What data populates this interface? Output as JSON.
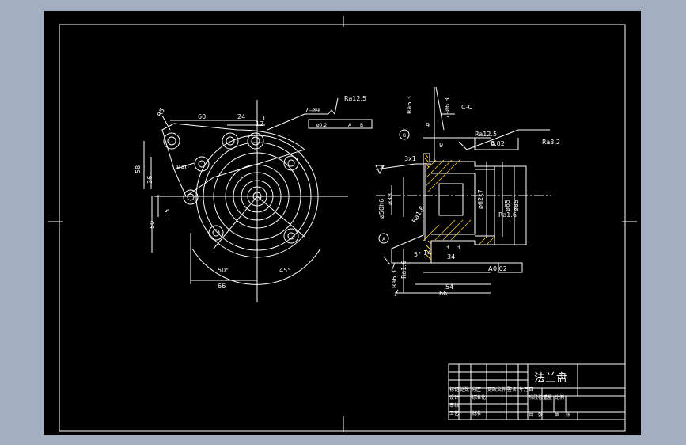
{
  "drawing": {
    "part_name": "法兰盘",
    "section_label": "C-C",
    "front_view": {
      "dims": [
        "60",
        "24",
        "12",
        "1",
        "R5",
        "R40",
        "58",
        "36",
        "15",
        "50",
        "66",
        "50°",
        "45°",
        "Ra12.5"
      ],
      "hole_callout": "7–ø9",
      "tolerance": [
        "ø0.2",
        "A",
        "B"
      ]
    },
    "section_view": {
      "dims": [
        "Ra6.3",
        "7–ø6.3",
        "9",
        "9",
        "Ra12.5",
        "0.02",
        "A",
        "Ra3.2",
        "3x1",
        "ø38",
        "ø50h6",
        "ø62k7",
        "ø65",
        "ø85",
        "Ra1.6",
        "3",
        "3",
        "34",
        "14",
        "5°",
        "54",
        "66",
        "0.02",
        "A",
        "Ra6.3",
        "Ra1.6",
        "Ra1.6"
      ],
      "datums": [
        "A",
        "B"
      ]
    },
    "title_block": {
      "cells": [
        "标记",
        "处数",
        "分区",
        "更改文件号",
        "签名",
        "年月日",
        "设计",
        "标准化",
        "阶段标记",
        "重量",
        "比例",
        "审核",
        "工艺",
        "批准",
        "共",
        "张",
        "第",
        "张"
      ]
    }
  }
}
